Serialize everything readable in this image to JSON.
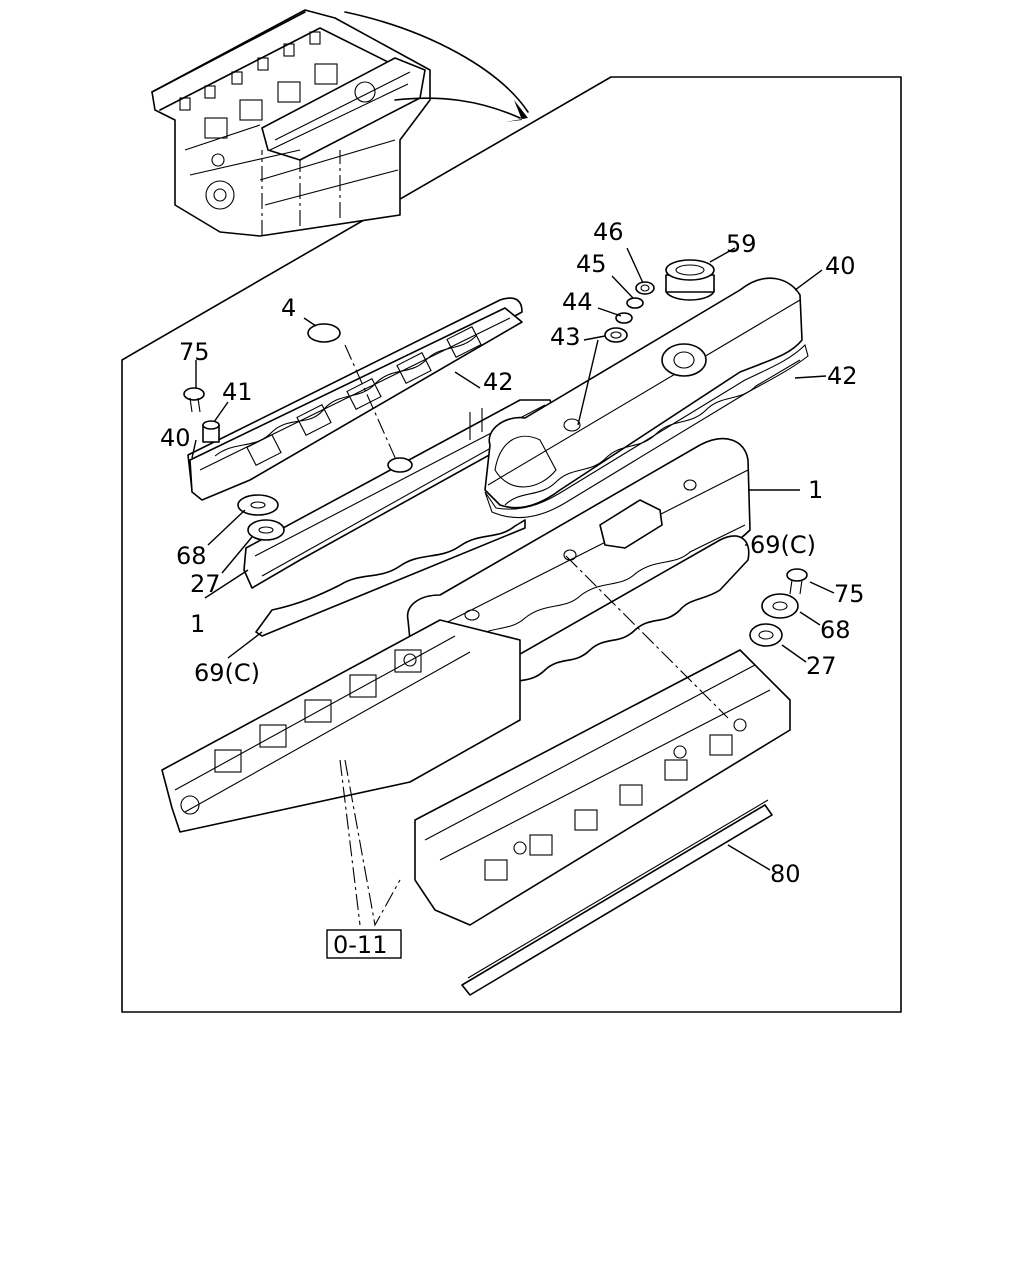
{
  "labels": {
    "l46": "46",
    "l45": "45",
    "l44": "44",
    "l43": "43",
    "l59": "59",
    "l40_right": "40",
    "l42_right": "42",
    "l1_right": "1",
    "l69c_right": "69(C)",
    "l75_right": "75",
    "l68_right": "68",
    "l27_right": "27",
    "l4": "4",
    "l75_left": "75",
    "l41": "41",
    "l42_left": "42",
    "l40_left": "40",
    "l68_left": "68",
    "l27_left": "27",
    "l1_left": "1",
    "l69c_left": "69(C)",
    "l80": "80"
  },
  "reference": {
    "text": "0-11"
  }
}
